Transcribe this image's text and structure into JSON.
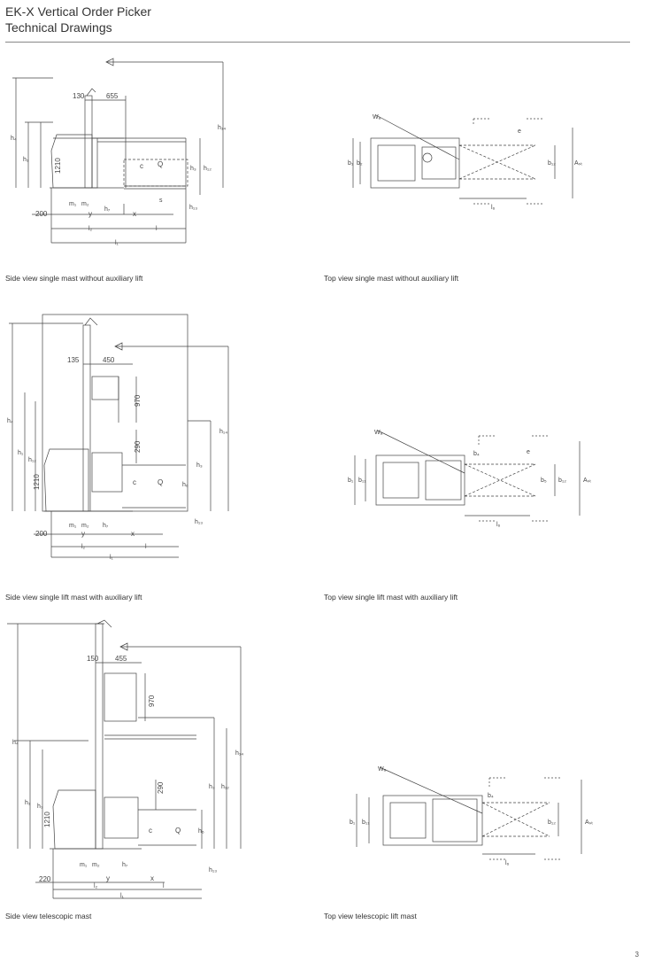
{
  "header": {
    "title": "EK-X Vertical Order Picker",
    "subtitle": "Technical Drawings"
  },
  "captions": {
    "side1": "Side view single mast without auxiliary lift",
    "top1": "Top view single mast without auxiliary lift",
    "side2": "Side view single lift mast with auxiliary lift",
    "top2": "Top view single lift mast with auxiliary lift",
    "side3": "Side view telescopic mast",
    "top3": "Top view telescopic lift mast"
  },
  "dims": {
    "d130": "130",
    "d655": "655",
    "d1210": "1210",
    "d200": "200",
    "d135": "135",
    "d450": "450",
    "d970": "970",
    "d290": "290",
    "d150": "150",
    "d455": "455",
    "d220": "220"
  },
  "labels": {
    "h4": "h₄",
    "h1": "h₁",
    "h3": "h₃",
    "h12": "h₁₂",
    "h13": "h₁₃",
    "h14": "h₁₄",
    "h2": "h₂",
    "h6": "h₆",
    "h7": "h₇",
    "m1": "m₁",
    "m2": "m₂",
    "y": "y",
    "x": "x",
    "l": "l",
    "l1": "l₁",
    "l2": "l₂",
    "c": "c",
    "Q": "Q",
    "s": "s",
    "Wa": "Wₐ",
    "b1": "b₁",
    "b2": "b₂",
    "b3": "b₃",
    "b4": "b₄",
    "b5": "b₅",
    "b11": "b₁₁",
    "b12": "b₁₂",
    "e": "e",
    "Ast": "Aₛₜ",
    "l6": "l₆"
  },
  "page_number": "3"
}
